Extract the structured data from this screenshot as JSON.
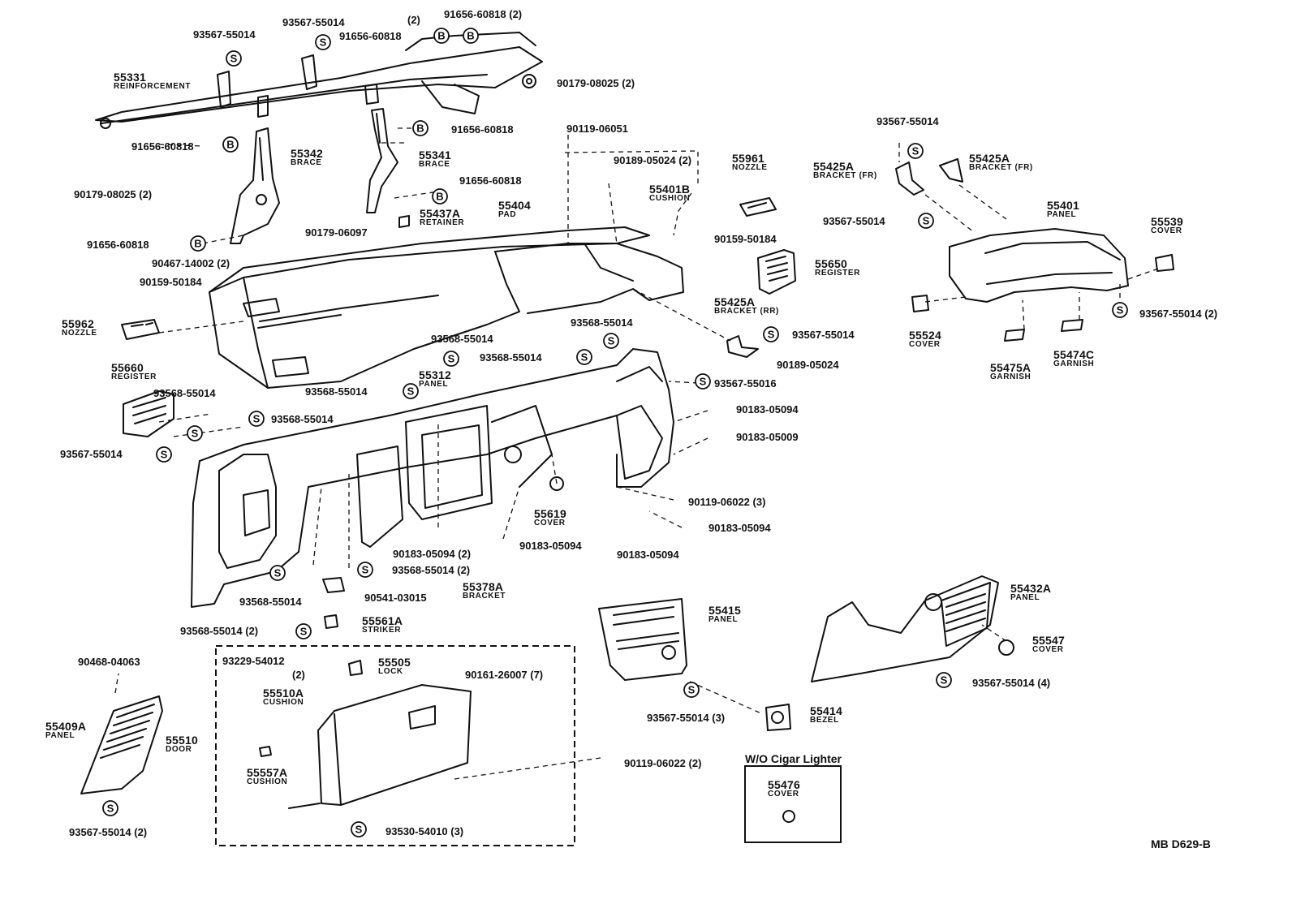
{
  "diagram": {
    "parts": [
      {
        "number": "55331",
        "name": "REINFORCEMENT"
      },
      {
        "number": "55342",
        "name": "BRACE"
      },
      {
        "number": "55341",
        "name": "BRACE"
      },
      {
        "number": "55404",
        "name": "PAD"
      },
      {
        "number": "55437A",
        "name": "RETAINER"
      },
      {
        "number": "55401B",
        "name": "CUSHION"
      },
      {
        "number": "55961",
        "name": "NOZZLE"
      },
      {
        "number": "55962",
        "name": "NOZZLE"
      },
      {
        "number": "55650",
        "name": "REGISTER"
      },
      {
        "number": "55660",
        "name": "REGISTER"
      },
      {
        "number": "55425A",
        "name": "BRACKET (RR)"
      },
      {
        "number": "55425A",
        "name": "BRACKET (FR)"
      },
      {
        "number": "55425A",
        "name": "BRACKET (FR)"
      },
      {
        "number": "55401",
        "name": "PANEL"
      },
      {
        "number": "55539",
        "name": "COVER"
      },
      {
        "number": "55524",
        "name": "COVER"
      },
      {
        "number": "55475A",
        "name": "GARNISH"
      },
      {
        "number": "55474C",
        "name": "GARNISH"
      },
      {
        "number": "55312",
        "name": "PANEL"
      },
      {
        "number": "55619",
        "name": "COVER"
      },
      {
        "number": "55378A",
        "name": "BRACKET"
      },
      {
        "number": "55561A",
        "name": "STRIKER"
      },
      {
        "number": "55415",
        "name": "PANEL"
      },
      {
        "number": "55432A",
        "name": "PANEL"
      },
      {
        "number": "55547",
        "name": "COVER"
      },
      {
        "number": "55414",
        "name": "BEZEL"
      },
      {
        "number": "55409A",
        "name": "PANEL"
      },
      {
        "number": "55505",
        "name": "LOCK"
      },
      {
        "number": "55510A",
        "name": "CUSHION"
      },
      {
        "number": "55510",
        "name": "DOOR"
      },
      {
        "number": "55557A",
        "name": "CUSHION"
      },
      {
        "number": "55476",
        "name": "COVER"
      }
    ],
    "fasteners": [
      "91656-60818 (2)",
      "93567-55014",
      "(2)",
      "91656-60818",
      "93567-55014",
      "90179-08025 (2)",
      "91656-60818",
      "91656-60818",
      "90179-08025 (2)",
      "91656-60818",
      "90119-06051",
      "90189-05024 (2)",
      "91656-60818",
      "90179-06097",
      "90467-14002 (2)",
      "90159-50184",
      "90159-50184",
      "93568-55014",
      "93568-55014",
      "93568-55014",
      "93567-55014",
      "90189-05024",
      "93568-55014",
      "93567-55016",
      "93568-55014",
      "90183-05094",
      "93568-55014",
      "90183-05009",
      "93567-55014",
      "90119-06022 (3)",
      "90183-05094",
      "90183-05094 (2)",
      "90183-05094",
      "90183-05094",
      "93568-55014 (2)",
      "93568-55014",
      "90541-03015",
      "93568-55014 (2)",
      "93567-55014",
      "93567-55014",
      "93567-55014 (2)",
      "93567-55014 (4)",
      "93567-55014 (3)",
      "90468-04063",
      "93229-54012",
      "(2)",
      "90161-26007 (7)",
      "90119-06022 (2)",
      "93530-54010 (3)",
      "93567-55014 (2)"
    ],
    "variant_label": "W/O Cigar Lighter",
    "drawing_code": "MB D629-B"
  }
}
